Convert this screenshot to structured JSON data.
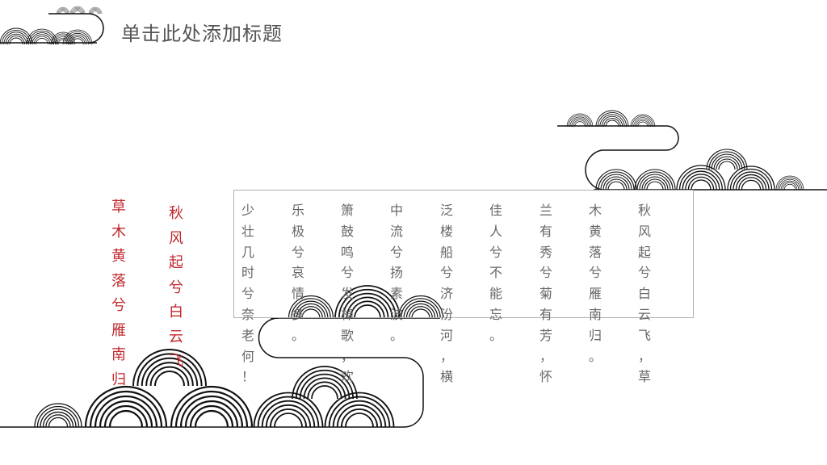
{
  "title": "单击此处添加标题",
  "red_columns": [
    {
      "text": "草木黄落兮雁南归"
    },
    {
      "text": "秋风起兮白云飞"
    }
  ],
  "poem_columns": [
    {
      "text": "少壮几时兮奈老何！"
    },
    {
      "text": "乐极兮哀情多。"
    },
    {
      "text": "箫鼓鸣兮发棹歌，欢"
    },
    {
      "text": "中流兮扬素波。"
    },
    {
      "text": "泛楼船兮济汾河，横"
    },
    {
      "text": "佳人兮不能忘。"
    },
    {
      "text": "兰有秀兮菊有芳，怀"
    },
    {
      "text": "木黄落兮雁南归。"
    },
    {
      "text": "秋风起兮白云飞，草"
    }
  ],
  "colors": {
    "red": "#c0282d",
    "grey_text": "#666666",
    "line": "#111111"
  }
}
